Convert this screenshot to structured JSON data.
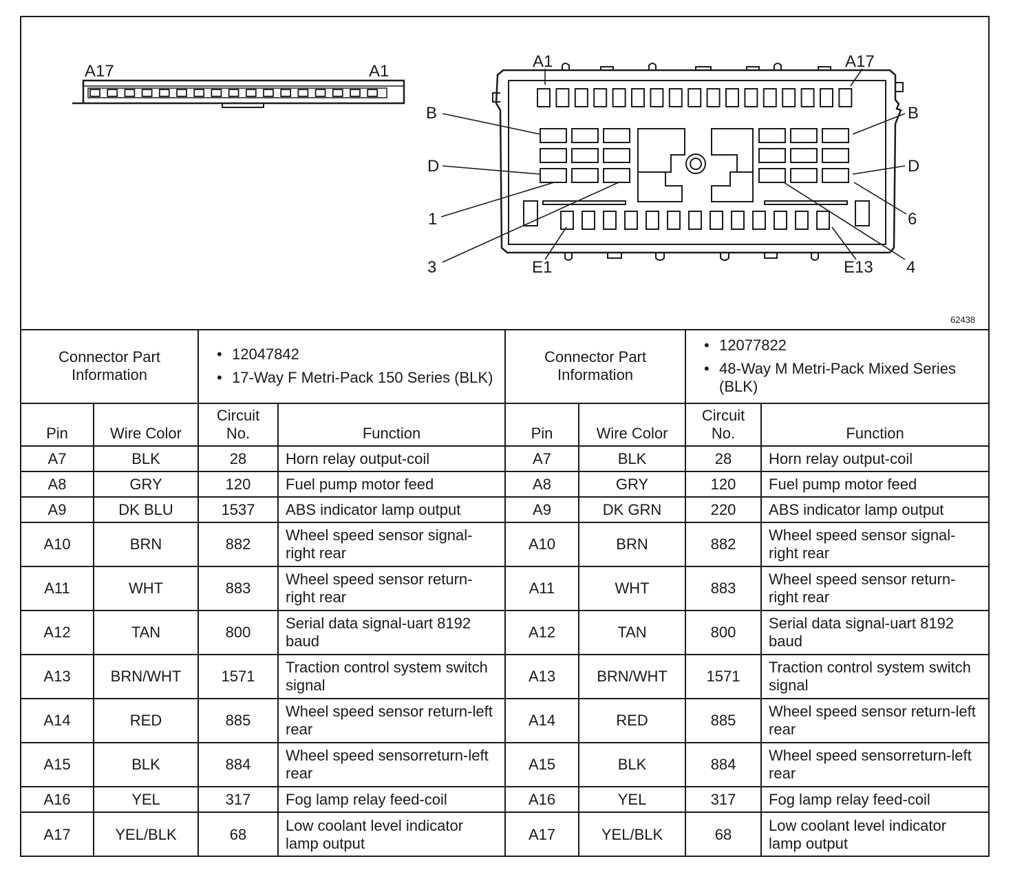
{
  "diagram": {
    "figure_number": "62438",
    "left_connector": {
      "label_left": "A17",
      "label_right": "A1"
    },
    "right_connector": {
      "top_left": "A1",
      "top_right": "A17",
      "b_left": "B",
      "b_right": "B",
      "d_left": "D",
      "d_right": "D",
      "one": "1",
      "three": "3",
      "four": "4",
      "six": "6",
      "e1": "E1",
      "e13": "E13"
    }
  },
  "connector_info": [
    {
      "title": "Connector Part Information",
      "bullets": [
        "12047842",
        "17-Way F Metri-Pack 150 Series (BLK)"
      ]
    },
    {
      "title": "Connector Part Information",
      "bullets": [
        "12077822",
        "48-Way M Metri-Pack Mixed Series (BLK)"
      ]
    }
  ],
  "column_headers": {
    "pin": "Pin",
    "wire_color": "Wire Color",
    "circuit_no_line1": "Circuit",
    "circuit_no_line2": "No.",
    "function": "Function"
  },
  "rows": [
    {
      "left": {
        "pin": "A7",
        "wire": "BLK",
        "circuit": "28",
        "function": "Horn relay output-coil"
      },
      "right": {
        "pin": "A7",
        "wire": "BLK",
        "circuit": "28",
        "function": "Horn relay output-coil"
      }
    },
    {
      "left": {
        "pin": "A8",
        "wire": "GRY",
        "circuit": "120",
        "function": "Fuel pump motor feed"
      },
      "right": {
        "pin": "A8",
        "wire": "GRY",
        "circuit": "120",
        "function": "Fuel pump motor feed"
      }
    },
    {
      "left": {
        "pin": "A9",
        "wire": "DK BLU",
        "circuit": "1537",
        "function": "ABS indicator lamp output"
      },
      "right": {
        "pin": "A9",
        "wire": "DK GRN",
        "circuit": "220",
        "function": "ABS indicator lamp output"
      }
    },
    {
      "left": {
        "pin": "A10",
        "wire": "BRN",
        "circuit": "882",
        "function": "Wheel speed sensor signal-right rear"
      },
      "right": {
        "pin": "A10",
        "wire": "BRN",
        "circuit": "882",
        "function": "Wheel speed sensor signal-right rear"
      }
    },
    {
      "left": {
        "pin": "A11",
        "wire": "WHT",
        "circuit": "883",
        "function": "Wheel speed sensor return-right rear"
      },
      "right": {
        "pin": "A11",
        "wire": "WHT",
        "circuit": "883",
        "function": "Wheel speed sensor return-right rear"
      }
    },
    {
      "left": {
        "pin": "A12",
        "wire": "TAN",
        "circuit": "800",
        "function": "Serial data signal-uart 8192 baud"
      },
      "right": {
        "pin": "A12",
        "wire": "TAN",
        "circuit": "800",
        "function": "Serial data signal-uart 8192 baud"
      }
    },
    {
      "left": {
        "pin": "A13",
        "wire": "BRN/WHT",
        "circuit": "1571",
        "function": "Traction control system switch signal"
      },
      "right": {
        "pin": "A13",
        "wire": "BRN/WHT",
        "circuit": "1571",
        "function": "Traction control system switch signal"
      }
    },
    {
      "left": {
        "pin": "A14",
        "wire": "RED",
        "circuit": "885",
        "function": "Wheel speed sensor return-left rear"
      },
      "right": {
        "pin": "A14",
        "wire": "RED",
        "circuit": "885",
        "function": "Wheel speed sensor return-left rear"
      }
    },
    {
      "left": {
        "pin": "A15",
        "wire": "BLK",
        "circuit": "884",
        "function": "Wheel speed sensorreturn-left rear"
      },
      "right": {
        "pin": "A15",
        "wire": "BLK",
        "circuit": "884",
        "function": "Wheel speed sensorreturn-left rear"
      }
    },
    {
      "left": {
        "pin": "A16",
        "wire": "YEL",
        "circuit": "317",
        "function": "Fog lamp relay feed-coil"
      },
      "right": {
        "pin": "A16",
        "wire": "YEL",
        "circuit": "317",
        "function": "Fog lamp relay feed-coil"
      }
    },
    {
      "left": {
        "pin": "A17",
        "wire": "YEL/BLK",
        "circuit": "68",
        "function": "Low coolant level indicator lamp output"
      },
      "right": {
        "pin": "A17",
        "wire": "YEL/BLK",
        "circuit": "68",
        "function": "Low coolant level indicator lamp output"
      }
    }
  ]
}
